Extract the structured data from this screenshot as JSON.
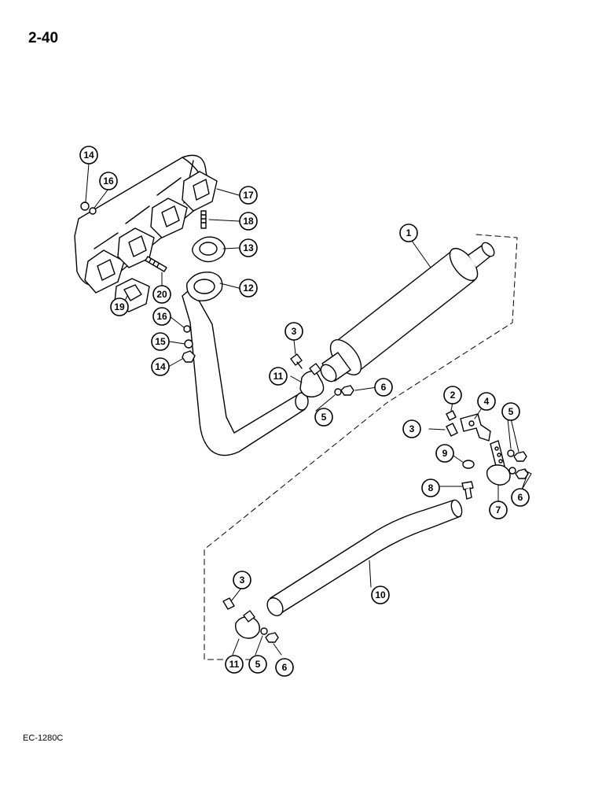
{
  "page_number": "2-40",
  "figure_code": "EC-1280C",
  "callouts": [
    "1",
    "2",
    "3",
    "3",
    "3",
    "4",
    "5",
    "5",
    "5",
    "6",
    "6",
    "6",
    "7",
    "8",
    "9",
    "10",
    "11",
    "11",
    "12",
    "13",
    "14",
    "14",
    "15",
    "16",
    "16",
    "17",
    "18",
    "19",
    "20"
  ],
  "parts": [
    "exhaust-manifold",
    "muffler",
    "exhaust-elbow-pipe",
    "tail-pipe",
    "manifold-gasket",
    "pipe-gasket",
    "clamp",
    "clamp",
    "bracket",
    "bracket-clamp",
    "stud",
    "stud",
    "capscrew",
    "capscrew",
    "capscrew",
    "capscrew",
    "capscrew",
    "lockwasher",
    "lockwasher",
    "lockwasher",
    "lockwasher",
    "washer",
    "washer",
    "nut",
    "nut",
    "nut",
    "nut",
    "nut",
    "nut"
  ]
}
